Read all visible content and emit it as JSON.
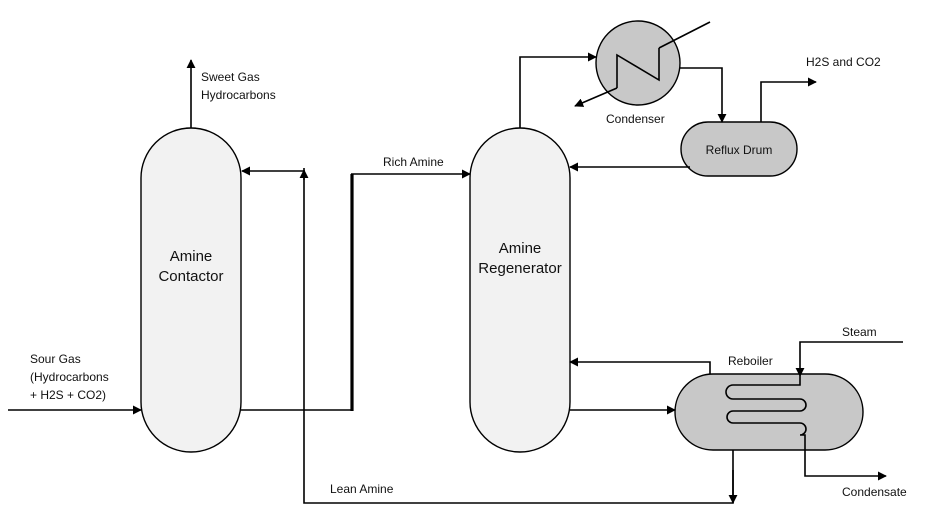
{
  "colors": {
    "vessel_fill": "#f2f2f2",
    "equipment_fill": "#c8c8c8",
    "stroke": "#000000"
  },
  "vessels": {
    "amine_contactor": {
      "line1": "Amine",
      "line2": "Contactor"
    },
    "amine_regenerator": {
      "line1": "Amine",
      "line2": "Regenerator"
    }
  },
  "equipment": {
    "condenser": "Condenser",
    "reflux_drum": "Reflux Drum",
    "reboiler": "Reboiler"
  },
  "streams": {
    "sour_gas": {
      "line1": "Sour Gas",
      "line2": "(Hydrocarbons",
      "line3": "+ H2S + CO2)"
    },
    "sweet_gas": {
      "line1": "Sweet Gas",
      "line2": "Hydrocarbons"
    },
    "rich_amine": "Rich Amine",
    "lean_amine": "Lean Amine",
    "acid_gas": "H2S and CO2",
    "steam": "Steam",
    "condensate": "Condensate"
  }
}
